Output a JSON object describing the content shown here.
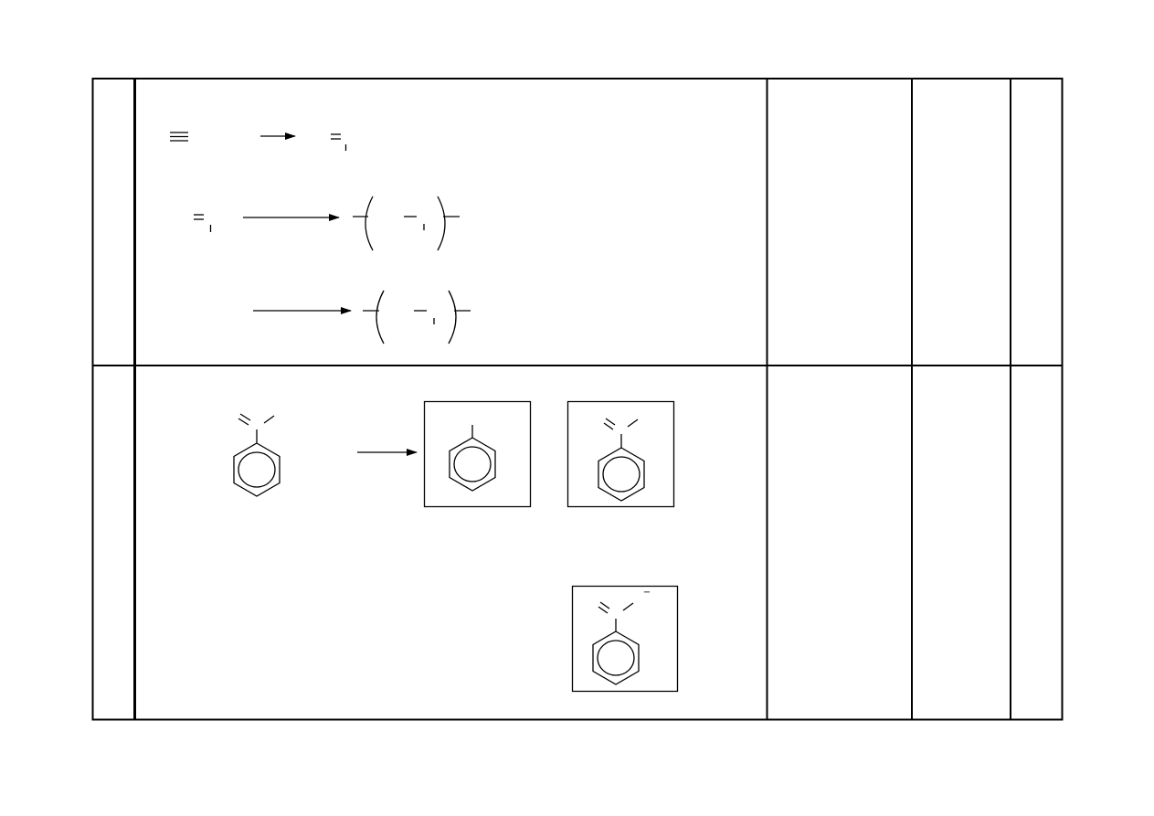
{
  "document": {
    "rows": [
      {
        "content": "reaction-schemes",
        "schemes": [
          {
            "type": "alkyne-to-alkene"
          },
          {
            "type": "alkene-polymerization"
          },
          {
            "type": "polymerization"
          }
        ]
      },
      {
        "content": "aromatic-structures",
        "answer_boxes": 3,
        "box_contents": [
          "substituted-benzene",
          "benzene-carbonyl",
          "benzene-carbonyl-anion"
        ]
      }
    ],
    "charge_sign": "−"
  }
}
